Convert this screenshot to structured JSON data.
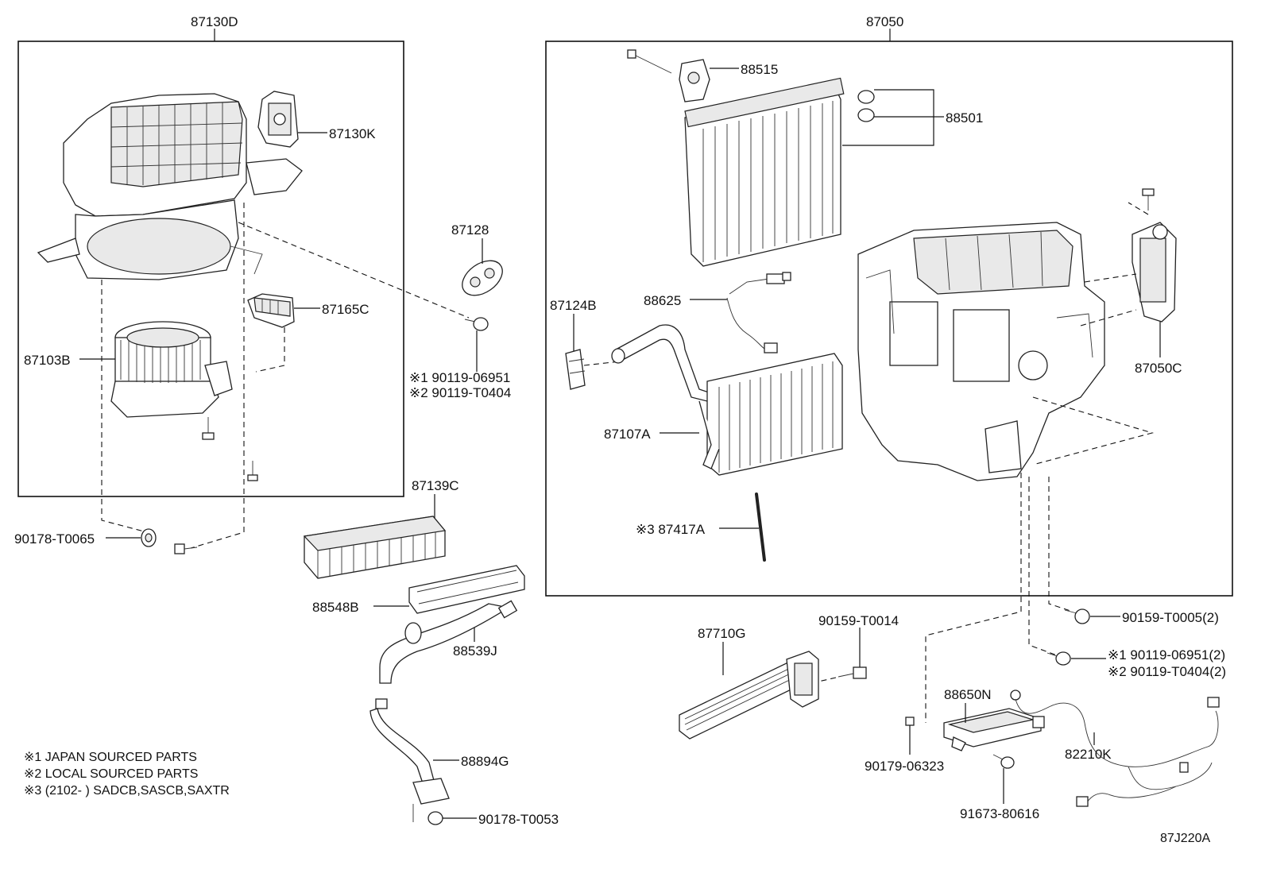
{
  "labels": {
    "p87130D": "87130D",
    "p87050": "87050",
    "p87130K": "87130K",
    "p87128": "87128",
    "p87165C": "87165C",
    "p87103B": "87103B",
    "p90119_a1": "※1 90119-06951",
    "p90119_a2": "※2 90119-T0404",
    "p87139C": "87139C",
    "p90178_T0065": "90178-T0065",
    "p88548B": "88548B",
    "p88539J": "88539J",
    "p88894G": "88894G",
    "p90178_T0053": "90178-T0053",
    "p88515": "88515",
    "p88501": "88501",
    "p88625": "88625",
    "p87124B": "87124B",
    "p87050C": "87050C",
    "p87107A": "87107A",
    "p87417A": "※3 87417A",
    "p87710G": "87710G",
    "p90159_T0014": "90159-T0014",
    "p90159_T0005": "90159-T0005(2)",
    "p90119_b1": "※1 90119-06951(2)",
    "p90119_b2": "※2 90119-T0404(2)",
    "p88650N": "88650N",
    "p82210K": "82210K",
    "p90179_06323": "90179-06323",
    "p91673_80616": "91673-80616"
  },
  "notes": {
    "n1": "※1 JAPAN SOURCED PARTS",
    "n2": "※2 LOCAL SOURCED PARTS",
    "n3": "※3 (2102-        ) SADCB,SASCB,SAXTR"
  },
  "diagram_code": "87J220A"
}
